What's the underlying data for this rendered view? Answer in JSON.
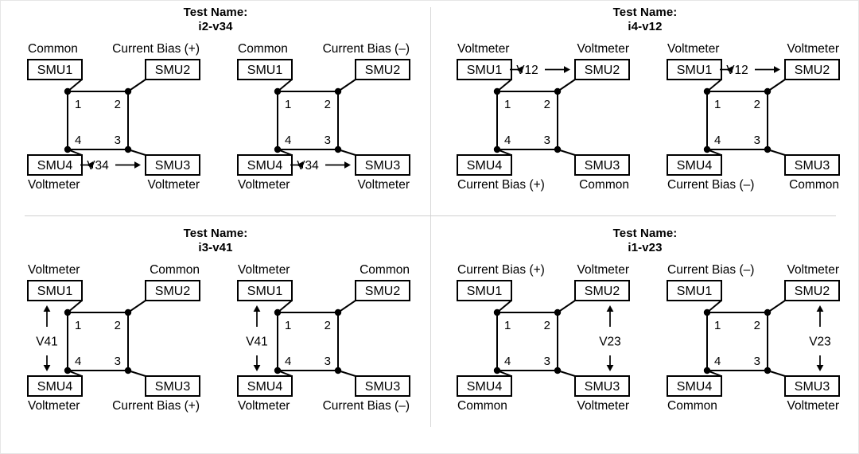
{
  "figure": {
    "title_label": "Test Name:",
    "colors": {
      "ink": "#000000",
      "divider": "#d8d8d8",
      "background": "#ffffff"
    }
  },
  "quadrants": [
    {
      "id": "i2-v34",
      "test_name_label": "Test Name:",
      "test_name_value": "i2-v34",
      "panels": [
        {
          "polarity": "positive",
          "measurement_label": "V34",
          "measurement_orientation": "horizontal-bottom",
          "terminals": {
            "smu1": {
              "box_label": "SMU1",
              "role": "Common",
              "node": "1"
            },
            "smu2": {
              "box_label": "SMU2",
              "role": "Current Bias (+)",
              "node": "2"
            },
            "smu3": {
              "box_label": "SMU3",
              "role": "Voltmeter",
              "node": "3"
            },
            "smu4": {
              "box_label": "SMU4",
              "role": "Voltmeter",
              "node": "4"
            }
          }
        },
        {
          "polarity": "negative",
          "measurement_label": "V34",
          "measurement_orientation": "horizontal-bottom",
          "terminals": {
            "smu1": {
              "box_label": "SMU1",
              "role": "Common",
              "node": "1"
            },
            "smu2": {
              "box_label": "SMU2",
              "role": "Current Bias (–)",
              "node": "2"
            },
            "smu3": {
              "box_label": "SMU3",
              "role": "Voltmeter",
              "node": "3"
            },
            "smu4": {
              "box_label": "SMU4",
              "role": "Voltmeter",
              "node": "4"
            }
          }
        }
      ]
    },
    {
      "id": "i4-v12",
      "test_name_label": "Test Name:",
      "test_name_value": "i4-v12",
      "panels": [
        {
          "polarity": "positive",
          "measurement_label": "V12",
          "measurement_orientation": "horizontal-top",
          "terminals": {
            "smu1": {
              "box_label": "SMU1",
              "role": "Voltmeter",
              "node": "1"
            },
            "smu2": {
              "box_label": "SMU2",
              "role": "Voltmeter",
              "node": "2"
            },
            "smu3": {
              "box_label": "SMU3",
              "role": "Common",
              "node": "3"
            },
            "smu4": {
              "box_label": "SMU4",
              "role": "Current Bias (+)",
              "node": "4"
            }
          }
        },
        {
          "polarity": "negative",
          "measurement_label": "V12",
          "measurement_orientation": "horizontal-top",
          "terminals": {
            "smu1": {
              "box_label": "SMU1",
              "role": "Voltmeter",
              "node": "1"
            },
            "smu2": {
              "box_label": "SMU2",
              "role": "Voltmeter",
              "node": "2"
            },
            "smu3": {
              "box_label": "SMU3",
              "role": "Common",
              "node": "3"
            },
            "smu4": {
              "box_label": "SMU4",
              "role": "Current Bias (–)",
              "node": "4"
            }
          }
        }
      ]
    },
    {
      "id": "i3-v41",
      "test_name_label": "Test Name:",
      "test_name_value": "i3-v41",
      "panels": [
        {
          "polarity": "positive",
          "measurement_label": "V41",
          "measurement_orientation": "vertical-left",
          "terminals": {
            "smu1": {
              "box_label": "SMU1",
              "role": "Voltmeter",
              "node": "1"
            },
            "smu2": {
              "box_label": "SMU2",
              "role": "Common",
              "node": "2"
            },
            "smu3": {
              "box_label": "SMU3",
              "role": "Current Bias (+)",
              "node": "3"
            },
            "smu4": {
              "box_label": "SMU4",
              "role": "Voltmeter",
              "node": "4"
            }
          }
        },
        {
          "polarity": "negative",
          "measurement_label": "V41",
          "measurement_orientation": "vertical-left",
          "terminals": {
            "smu1": {
              "box_label": "SMU1",
              "role": "Voltmeter",
              "node": "1"
            },
            "smu2": {
              "box_label": "SMU2",
              "role": "Common",
              "node": "2"
            },
            "smu3": {
              "box_label": "SMU3",
              "role": "Current Bias (–)",
              "node": "3"
            },
            "smu4": {
              "box_label": "SMU4",
              "role": "Voltmeter",
              "node": "4"
            }
          }
        }
      ]
    },
    {
      "id": "i1-v23",
      "test_name_label": "Test Name:",
      "test_name_value": "i1-v23",
      "panels": [
        {
          "polarity": "positive",
          "measurement_label": "V23",
          "measurement_orientation": "vertical-right",
          "terminals": {
            "smu1": {
              "box_label": "SMU1",
              "role": "Current Bias (+)",
              "node": "1"
            },
            "smu2": {
              "box_label": "SMU2",
              "role": "Voltmeter",
              "node": "2"
            },
            "smu3": {
              "box_label": "SMU3",
              "role": "Voltmeter",
              "node": "3"
            },
            "smu4": {
              "box_label": "SMU4",
              "role": "Common",
              "node": "4"
            }
          }
        },
        {
          "polarity": "negative",
          "measurement_label": "V23",
          "measurement_orientation": "vertical-right",
          "terminals": {
            "smu1": {
              "box_label": "SMU1",
              "role": "Current Bias (–)",
              "node": "1"
            },
            "smu2": {
              "box_label": "SMU2",
              "role": "Voltmeter",
              "node": "2"
            },
            "smu3": {
              "box_label": "SMU3",
              "role": "Voltmeter",
              "node": "3"
            },
            "smu4": {
              "box_label": "SMU4",
              "role": "Common",
              "node": "4"
            }
          }
        }
      ]
    }
  ]
}
